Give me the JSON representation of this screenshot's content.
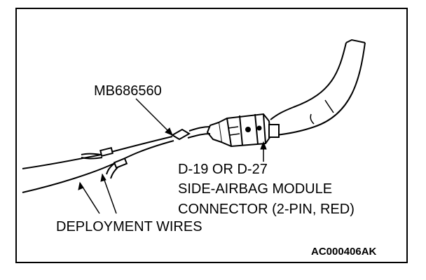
{
  "labels": {
    "tool_part_number": "MB686560",
    "connector_id": "D-19 OR D-27",
    "connector_name_line1": "SIDE-AIRBAG MODULE",
    "connector_name_line2": "CONNECTOR (2-PIN, RED)",
    "wires": "DEPLOYMENT WIRES"
  },
  "figure_id": "AC000406AK"
}
